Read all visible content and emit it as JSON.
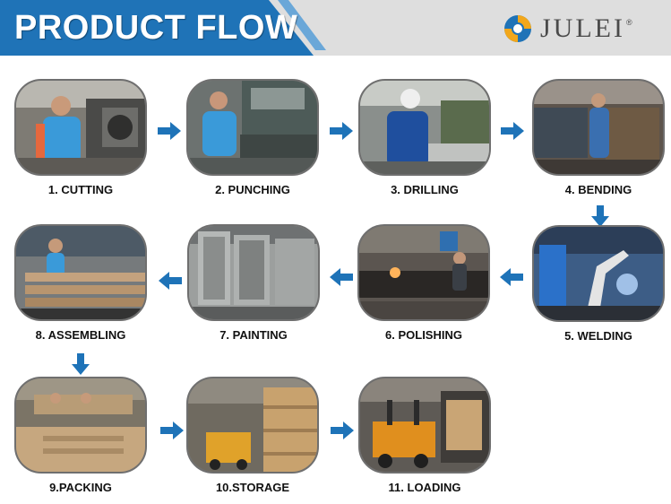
{
  "header": {
    "title": "PRODUCT FLOW",
    "logo_text": "JULEI",
    "logo_mark": "®"
  },
  "colors": {
    "banner_blue": "#1f73b7",
    "arrow_blue": "#1e73b8",
    "banner_gray": "#dedede"
  },
  "steps": [
    {
      "label": "1. CUTTING"
    },
    {
      "label": "2. PUNCHING"
    },
    {
      "label": "3. DRILLING"
    },
    {
      "label": "4. BENDING"
    },
    {
      "label": "5. WELDING"
    },
    {
      "label": "6. POLISHING"
    },
    {
      "label": "7. PAINTING"
    },
    {
      "label": "8. ASSEMBLING"
    },
    {
      "label": "9.PACKING"
    },
    {
      "label": "10.STORAGE"
    },
    {
      "label": "11. LOADING"
    }
  ]
}
